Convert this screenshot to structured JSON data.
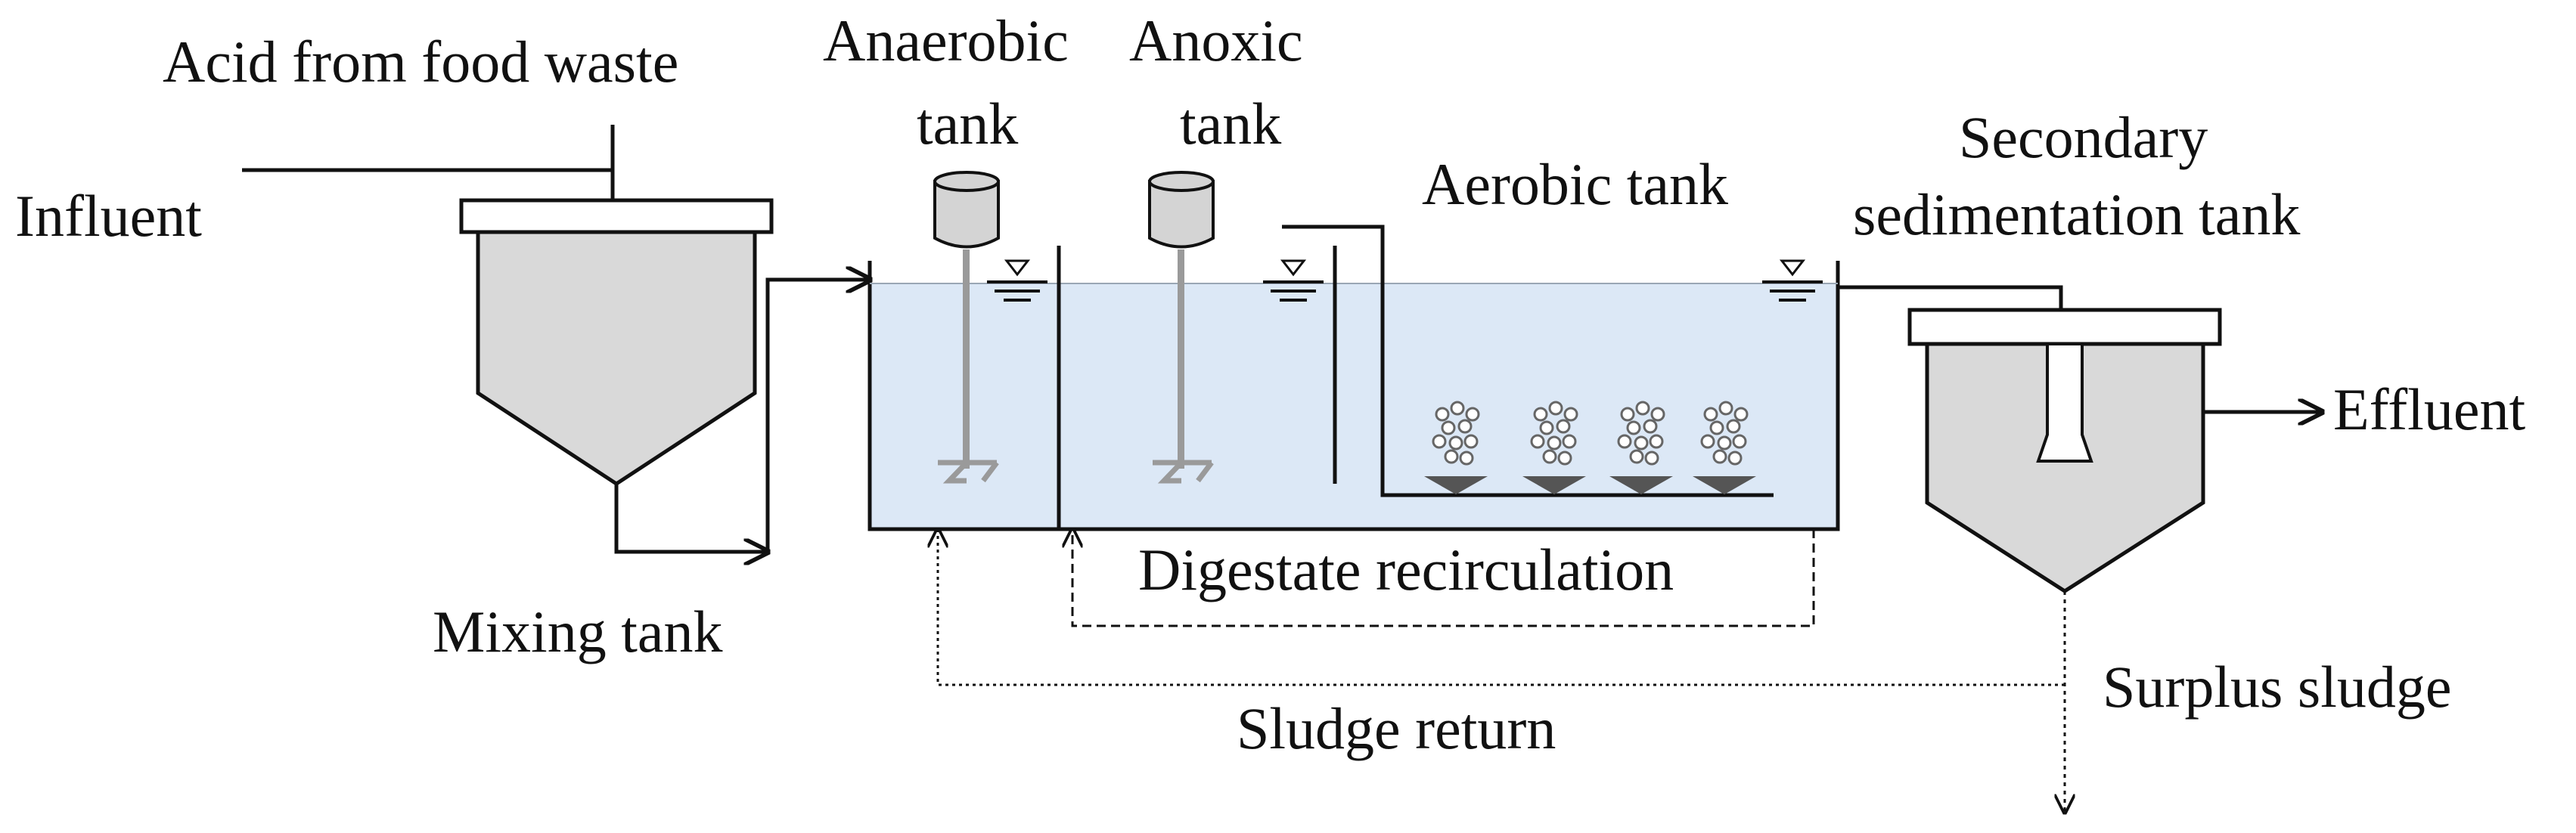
{
  "labels": {
    "acid": "Acid from food waste",
    "influent": "Influent",
    "mixing_tank": "Mixing tank",
    "anaerobic_1": "Anaerobic",
    "anaerobic_2": "tank",
    "anoxic_1": "Anoxic",
    "anoxic_2": "tank",
    "aerobic": "Aerobic tank",
    "secondary_1": "Secondary",
    "secondary_2": "sedimentation tank",
    "effluent": "Effluent",
    "digestate": "Digestate recirculation",
    "sludge_return": "Sludge return",
    "surplus": "Surplus sludge"
  },
  "colors": {
    "water": "#dce8f6",
    "tank_fill": "#d9d9d9",
    "motor": "#d4d4d4",
    "line": "#111111",
    "diffuser": "#555555"
  },
  "icons": {
    "water_level": "water-level-icon",
    "mixer": "mixer-icon",
    "diffuser": "diffuser-icon",
    "bubbles": "air-bubbles-icon"
  }
}
